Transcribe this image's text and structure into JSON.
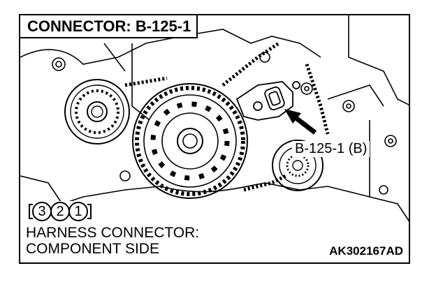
{
  "title": "CONNECTOR: B-125-1",
  "callout": "B-125-1 (B)",
  "connector_pins": [
    "3",
    "2",
    "1"
  ],
  "harness_line1": "HARNESS CONNECTOR:",
  "harness_line2": "COMPONENT SIDE",
  "figure_code": "AK302167AD"
}
